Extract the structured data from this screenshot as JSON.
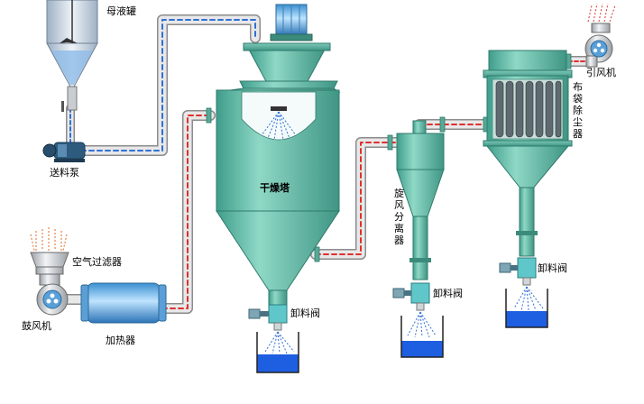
{
  "labels": {
    "mother_tank": "母液罐",
    "feed_pump": "送料泵",
    "air_filter": "空气过滤器",
    "blower": "鼓风机",
    "heater": "加热器",
    "dryer_tower": "干燥塔",
    "discharge_valve_1": "卸料阀",
    "discharge_valve_2": "卸料阀",
    "discharge_valve_3": "卸料阀",
    "cyclone": "旋风分离器",
    "bag_filter": "布袋除尘器",
    "induced_fan": "引风机"
  },
  "colors": {
    "equipment": "#5fb8a6",
    "pipe": "#d9d9d9",
    "hot_flow": "#e03030",
    "cold_flow": "#2f6fd6",
    "product": "#1e5ee0"
  }
}
